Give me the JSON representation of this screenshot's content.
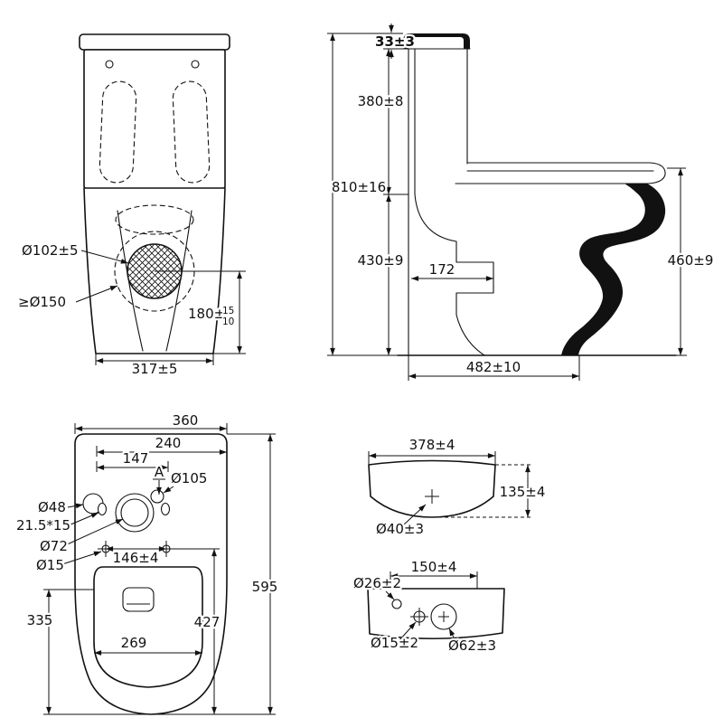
{
  "drawing": {
    "rear_view": {
      "dim_spud": "Ø102±5",
      "dim_min_circle": "≥Ø150",
      "dim_height": "180±",
      "dim_height_tol_top": "15",
      "dim_height_tol_bottom": "10",
      "dim_base_width": "317±5"
    },
    "side_view": {
      "dim_lid_height": "33±3",
      "dim_tank_height": "380±8",
      "dim_overall_height": "810±16",
      "dim_bowl_height": "430±9",
      "dim_trap_offset": "172",
      "dim_seat_height": "460±9",
      "dim_overall_depth": "482±10"
    },
    "plan_view": {
      "dim_overall_width": "360",
      "dim_tank_width": "240",
      "dim_hole_pitch": "147",
      "section_marker": "A",
      "dim_flush_hole": "Ø105",
      "dim_left_hole": "Ø48",
      "dim_slot": "21.5*15",
      "dim_valve_hole": "Ø72",
      "dim_seat_hole": "Ø15",
      "dim_seat_hole_pitch": "146±4",
      "dim_overall_length": "595",
      "dim_hole_to_front": "427",
      "dim_bowl_length": "335",
      "dim_bowl_width": "269"
    },
    "cistern_lid": {
      "dim_width": "378±4",
      "dim_height": "135±4",
      "dim_hole": "Ø40±3"
    },
    "cistern_body": {
      "dim_left_hole": "Ø26±2",
      "dim_hole_pitch": "150±4",
      "dim_small_hole": "Ø15±2",
      "dim_inlet": "Ø62±3"
    }
  }
}
